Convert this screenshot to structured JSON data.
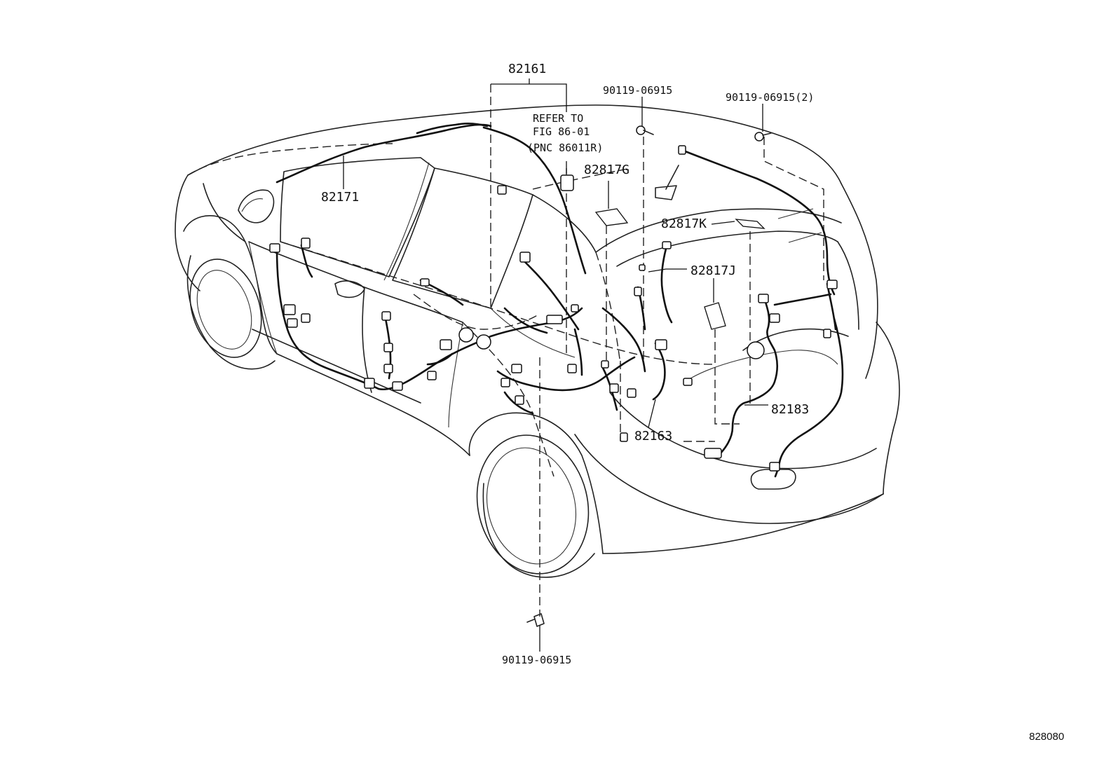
{
  "callouts": {
    "p82161": "82161",
    "refer_line1": "REFER TO",
    "refer_line2": "FIG 86-01",
    "refer_line3": "(PNC 86011R)",
    "p82171": "82171",
    "p82817G": "82817G",
    "p82817K": "82817K",
    "p82817J": "82817J",
    "p82163": "82163",
    "p82183": "82183",
    "bolt_top": "90119-06915",
    "bolt_right": "90119-06915(2)",
    "bolt_bottom": "90119-06915"
  },
  "figure_number": "828080",
  "icons": [
    "bolt-icon",
    "connector-icon",
    "label-tag-icon",
    "clip-icon"
  ]
}
